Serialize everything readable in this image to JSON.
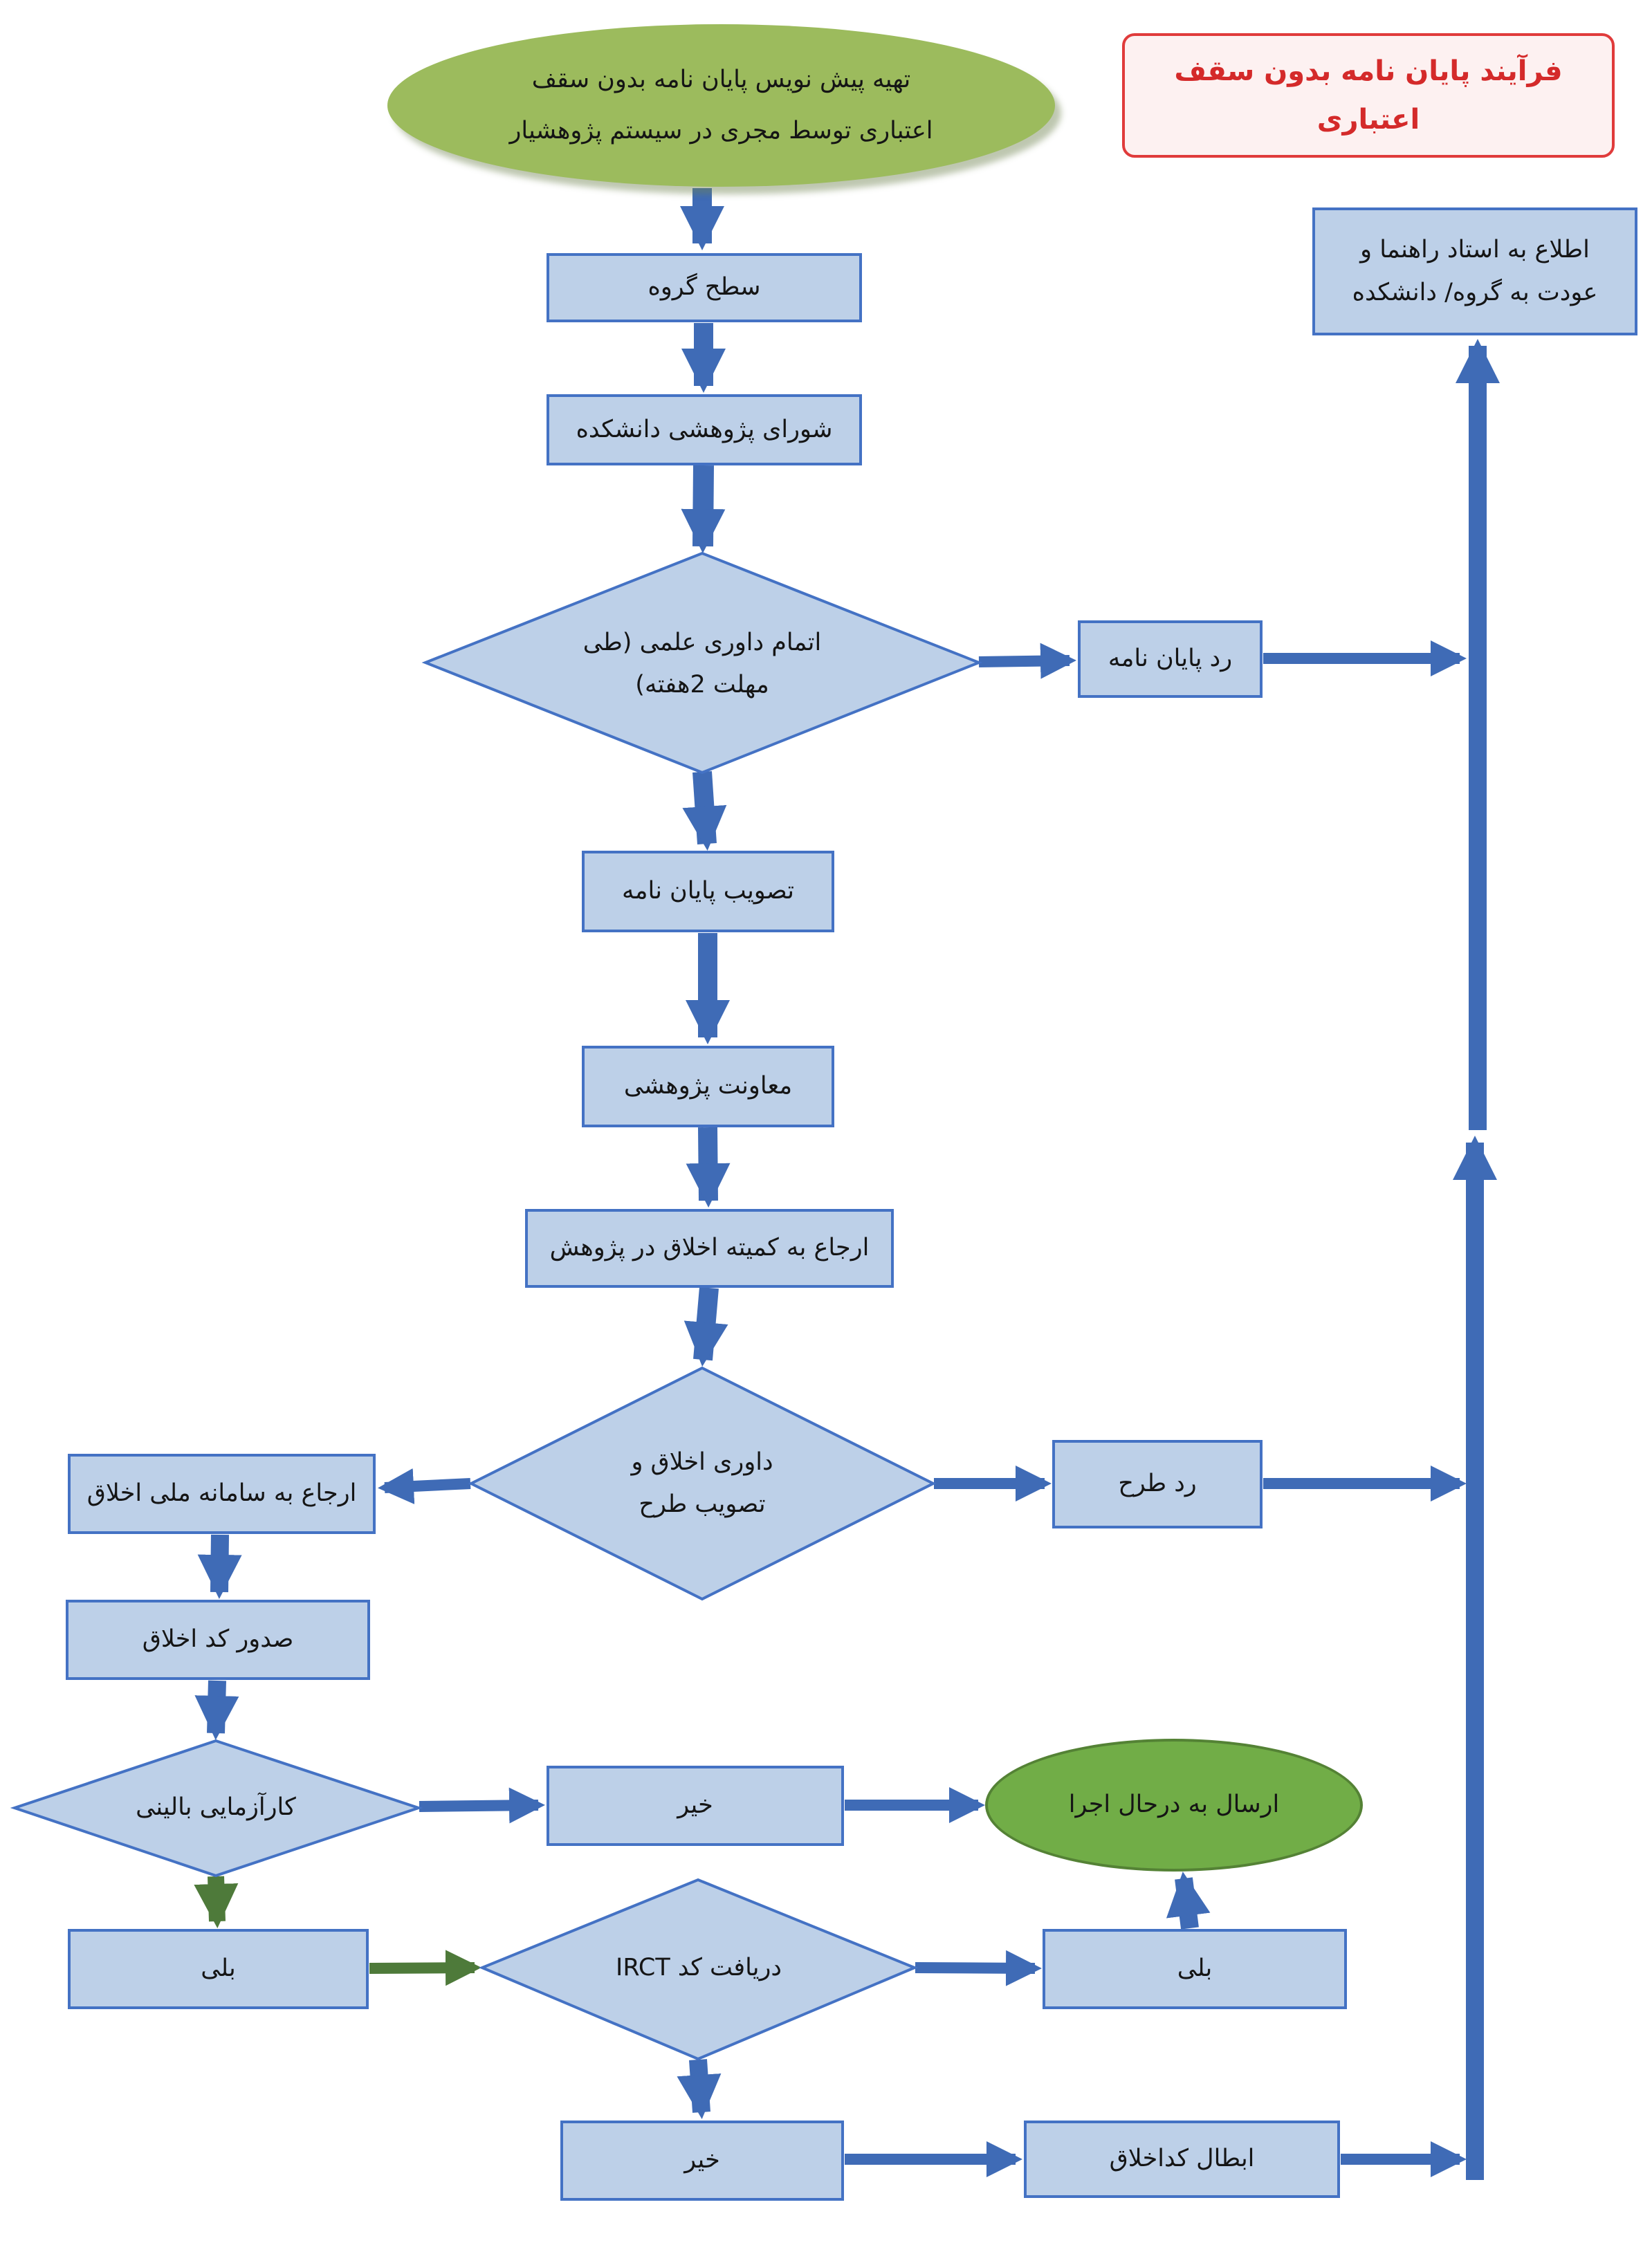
{
  "title_box": {
    "label": "فرآیند پایان نامه بدون سقف اعتباری"
  },
  "nodes": {
    "start": {
      "line1": "تهیه پیش نویس پایان نامه بدون سقف",
      "line2": "اعتباری توسط مجری در سیستم پژوهشیار"
    },
    "inform": {
      "line1": "اطلاع به استاد راهنما و",
      "line2": "عودت به گروه/ دانشکده"
    },
    "group_level": "سطح گروه",
    "faculty_council": "شورای پژوهشی دانشکده",
    "scientific_review": {
      "line1": "اتمام داوری علمی (طی",
      "line2": "مهلت 2هفته)"
    },
    "reject_thesis": "رد پایان نامه",
    "approve_thesis": "تصویب پایان نامه",
    "research_deputy": "معاونت پژوهشی",
    "ethics_committee": "ارجاع به کمیته اخلاق در پژوهش",
    "ethics_review": {
      "line1": "داوری اخلاق و",
      "line2": "تصویب طرح"
    },
    "reject_plan": "رد طرح",
    "national_ethics": "ارجاع به سامانه ملی اخلاق",
    "ethics_code": "صدور کد اخلاق",
    "clinical_trial": "کارآزمایی بالینی",
    "no_clinical": "خیر",
    "in_progress": "ارسال به درحال اجرا",
    "yes_clinical": "بلی",
    "irct": "دریافت کد IRCT",
    "yes_irct": "بلی",
    "no_irct": "خیر",
    "revoke_ethics": "ابطال کداخلاق"
  },
  "colors": {
    "node_fill": "#bdd0e8",
    "node_border": "#4472c4",
    "arrow_blue": "#3f6bb6",
    "arrow_green": "#4e7a3a",
    "start_fill": "#9cbb5d",
    "end_fill": "#71ad47",
    "end_border": "#548235",
    "title_red": "#d42a2a"
  }
}
